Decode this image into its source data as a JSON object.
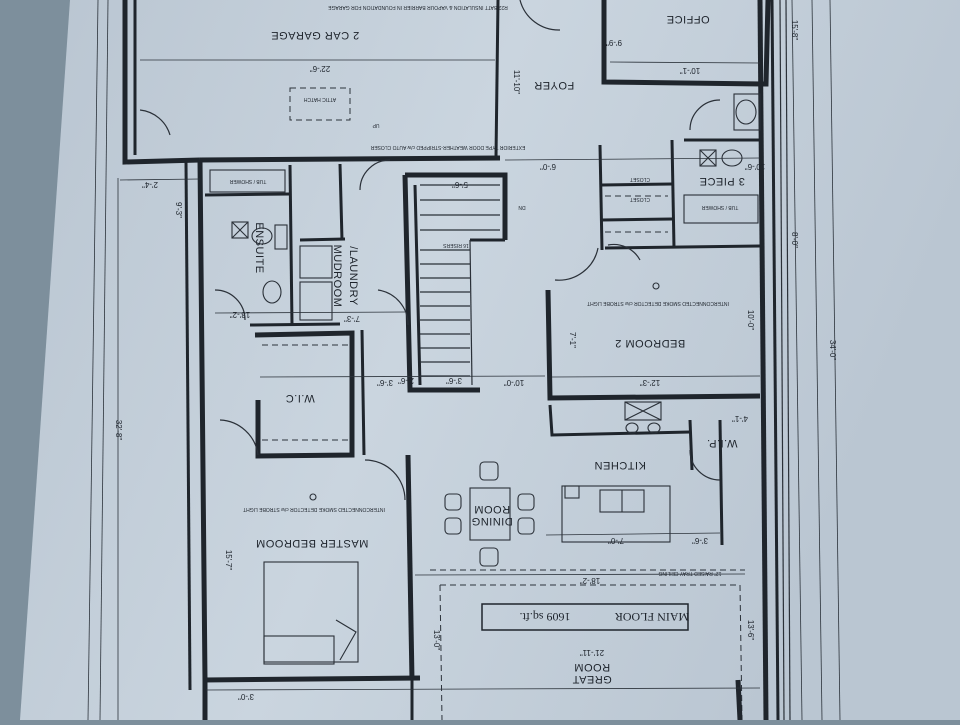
{
  "plan": {
    "title": "MAIN FLOOR",
    "area": "1609 sq.ft."
  },
  "rooms": {
    "garage": "2 CAR GARAGE",
    "office": "OFFICE",
    "foyer": "FOYER",
    "mudroom_line1": "MUDROOM",
    "mudroom_line2": "/LAUNDRY",
    "ensuite": "ENSUITE",
    "three_piece": "3 PIECE",
    "bedroom2": "BEDROOM 2",
    "wic": "W.I.C",
    "kitchen": "KITCHEN",
    "wip": "W.I.P.",
    "dining_line1": "DINING",
    "dining_line2": "ROOM",
    "master": "MASTER BEDROOM",
    "great_line1": "GREAT",
    "great_line2": "ROOM"
  },
  "labels": {
    "attic_hatch": "ATTIC HATCH",
    "up": "UP",
    "dn": "DN",
    "closet1": "CLOSET",
    "closet2": "CLOSET",
    "tub_shower1": "TUB / SHOWER",
    "tub_shower2": "TUB / SHOWER",
    "stairs_note": "16 RISERS",
    "smoke_detector1": "INTERCONNECTED SMOKE DETECTOR c/w STROBE LIGHT",
    "smoke_detector2": "INTERCONNECTED SMOKE DETECTOR c/w STROBE LIGHT",
    "door_note": "EXTERIOR TYPE DOOR WEATHER-STRIPPED c/w AUTO CLOSER",
    "garage_note": "R22 BATT INSULATION & VAPOUR BARRIER IN FOUNDATION FOR GARAGE",
    "tray_ceiling": "12\" RAISED TRAY CEILING"
  },
  "dimensions": {
    "garage_width": "22'-6\"",
    "foyer_depth": "11'-10\"",
    "office_width": "10'-1\"",
    "dim_10_6": "10'-6\"",
    "dim_6_0": "6'-0\"",
    "dim_9_9": "9'-9\"",
    "dim_5_6": "5'-6\"",
    "dim_3_6": "3'-6\"",
    "dim_7_3": "7'-3\"",
    "dim_2_6": "2'-6\"",
    "dim_12_3": "12'-3\"",
    "dim_10_0": "10'-0\"",
    "dim_7_1": "7'-1\"",
    "dim_3_6b": "3'-6\"",
    "dim_13_2": "13'-2\"",
    "dim_15_7": "15'-7\"",
    "dim_32_8": "32'-8\"",
    "dim_34_0": "34'-0\"",
    "dim_18_2": "18'-2\"",
    "dim_21_11": "21'-11\"",
    "dim_7_0": "7'-0\"",
    "dim_3_6c": "3'-6\"",
    "dim_13_6": "13'-6\"",
    "dim_4_1": "4'-1\"",
    "dim_13_0": "13'-0\"",
    "dim_3_0": "3'-0\"",
    "dim_2_4": "2'-4\"",
    "dim_9_3": "9'-3\"",
    "dim_10_0b": "10'-0\"",
    "dim_15_8": "15'-8\"",
    "dim_8_0": "8'-0\""
  },
  "colors": {
    "paper": "#c5d0db",
    "ink": "#1f252c",
    "background": "#7d8f9c"
  }
}
